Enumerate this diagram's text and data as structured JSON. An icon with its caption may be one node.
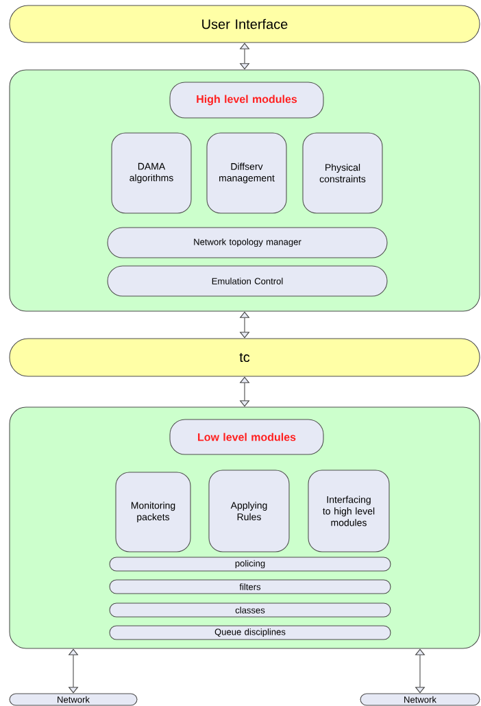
{
  "diagram": {
    "nodes": [
      {
        "text": [
          "User Interface"
        ]
      },
      {
        "text": [],
        "shape": "box"
      },
      {
        "text": [
          "High level modules"
        ],
        "in": 1
      },
      {
        "text": [
          "DAMA algorithms"
        ],
        "in": 1
      },
      {
        "text": [
          "Diffserv management"
        ],
        "in": 1
      },
      {
        "text": [
          "Physical constraints"
        ],
        "in": 1
      },
      {
        "text": [
          "Network topology manager"
        ],
        "in": 1
      },
      {
        "text": [
          "Emulation Control"
        ],
        "in": 1
      },
      {
        "text": [
          "tc"
        ]
      },
      {
        "text": [],
        "shape": "box"
      },
      {
        "text": [
          "Low level modules"
        ],
        "in": 9
      },
      {
        "text": [
          "Monitoring packets"
        ],
        "in": 9
      },
      {
        "text": [
          "Applying Rules"
        ],
        "in": 9
      },
      {
        "text": [
          "Interfacing to high level modules"
        ],
        "in": 9
      },
      {
        "text": [
          "policing"
        ],
        "in": 9
      },
      {
        "text": [
          "filters"
        ],
        "in": 9
      },
      {
        "text": [
          "classes"
        ],
        "in": 9
      },
      {
        "text": [
          "Queue disciplines"
        ],
        "in": 9
      },
      {
        "text": [
          "Network"
        ]
      },
      {
        "text": [
          "Network"
        ]
      }
    ],
    "edges": [
      {
        "from": 0,
        "to": 1,
        "arrow": "both"
      },
      {
        "from": 1,
        "to": 8,
        "arrow": "both"
      },
      {
        "from": 8,
        "to": 9,
        "arrow": "both"
      },
      {
        "from": 9,
        "to": 18,
        "arrow": "both"
      },
      {
        "from": 9,
        "to": 19,
        "arrow": "both"
      }
    ]
  }
}
